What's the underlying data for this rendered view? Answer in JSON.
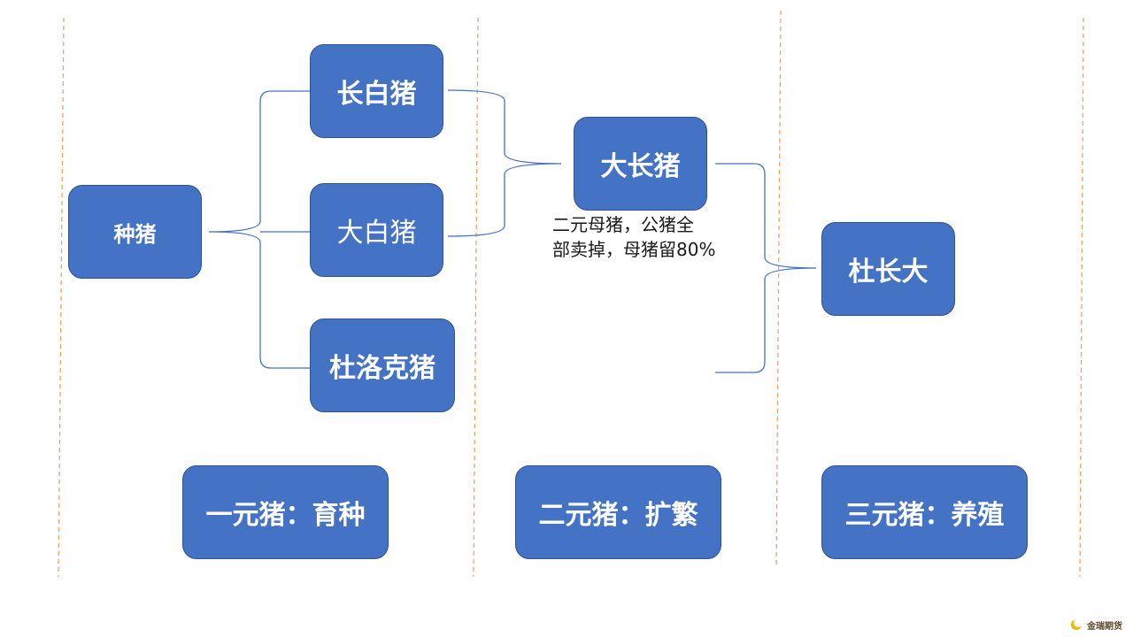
{
  "colors": {
    "node_fill": "#4472c4",
    "node_border": "#2f528f",
    "connector": "#4472c4",
    "divider": "#f4a261"
  },
  "nodes": {
    "breeding_pig": "种猪",
    "landrace": "长白猪",
    "large_white": "大白猪",
    "duroc": "杜洛克猪",
    "large_landrace": "大长猪",
    "duroc_landrace_large": "杜长大"
  },
  "annotation": {
    "line1": "二元母猪，公猪全",
    "line2": "部卖掉，母猪留80%"
  },
  "stages": {
    "one": "一元猪：育种",
    "two": "二元猪：扩繁",
    "three": "三元猪：养殖"
  },
  "logo": {
    "text": "金瑞期货",
    "icon": "sun-logo-icon"
  }
}
